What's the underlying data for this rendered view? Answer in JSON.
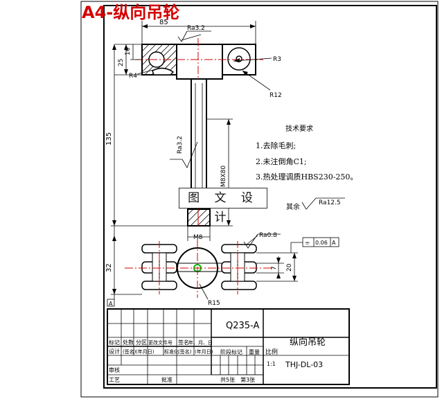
{
  "title": "A4-纵向吊轮",
  "watermark": "图 文 设 计",
  "dimensions": {
    "width_85": "85",
    "roughness_top": "Ra3.2",
    "d16": "16",
    "d25": "25",
    "r4": "R4",
    "r3": "R3",
    "r12": "R12",
    "d135": "135",
    "roughness_shaft": "Ra3.2",
    "thread": "M8X80",
    "m8": "M8",
    "roughness_wheel": "Ra0.8",
    "d32": "32",
    "d7": "7",
    "d20": "20",
    "r15": "R15",
    "marker_a": "A",
    "flatness": "0.06",
    "datum": "A",
    "rest_label": "其余",
    "rest_roughness": "Ra12.5"
  },
  "tech_requirements": {
    "heading": "技术要求",
    "items": [
      "1.去除毛刺;",
      "2.未注倒角C1;",
      "3.热处理调质HBS230-250。"
    ]
  },
  "title_block": {
    "material": "Q235-A",
    "part_name": "纵向吊轮",
    "drawing_no": "THJ-DL-03",
    "scale_header": "比例",
    "scale": "1:1",
    "stage_mark": "阶段标记",
    "weight": "重量",
    "sheets": "共5张　第3张",
    "row1": [
      "标记",
      "处数",
      "分区",
      "更改文件号",
      "签名",
      "年、月、日"
    ],
    "row2": [
      "设计",
      "(签名)",
      "(年月日)",
      "标准化",
      "(签名)",
      "(年月日)"
    ],
    "row3": [
      "审核"
    ],
    "row4": [
      "工艺",
      "批准"
    ]
  }
}
